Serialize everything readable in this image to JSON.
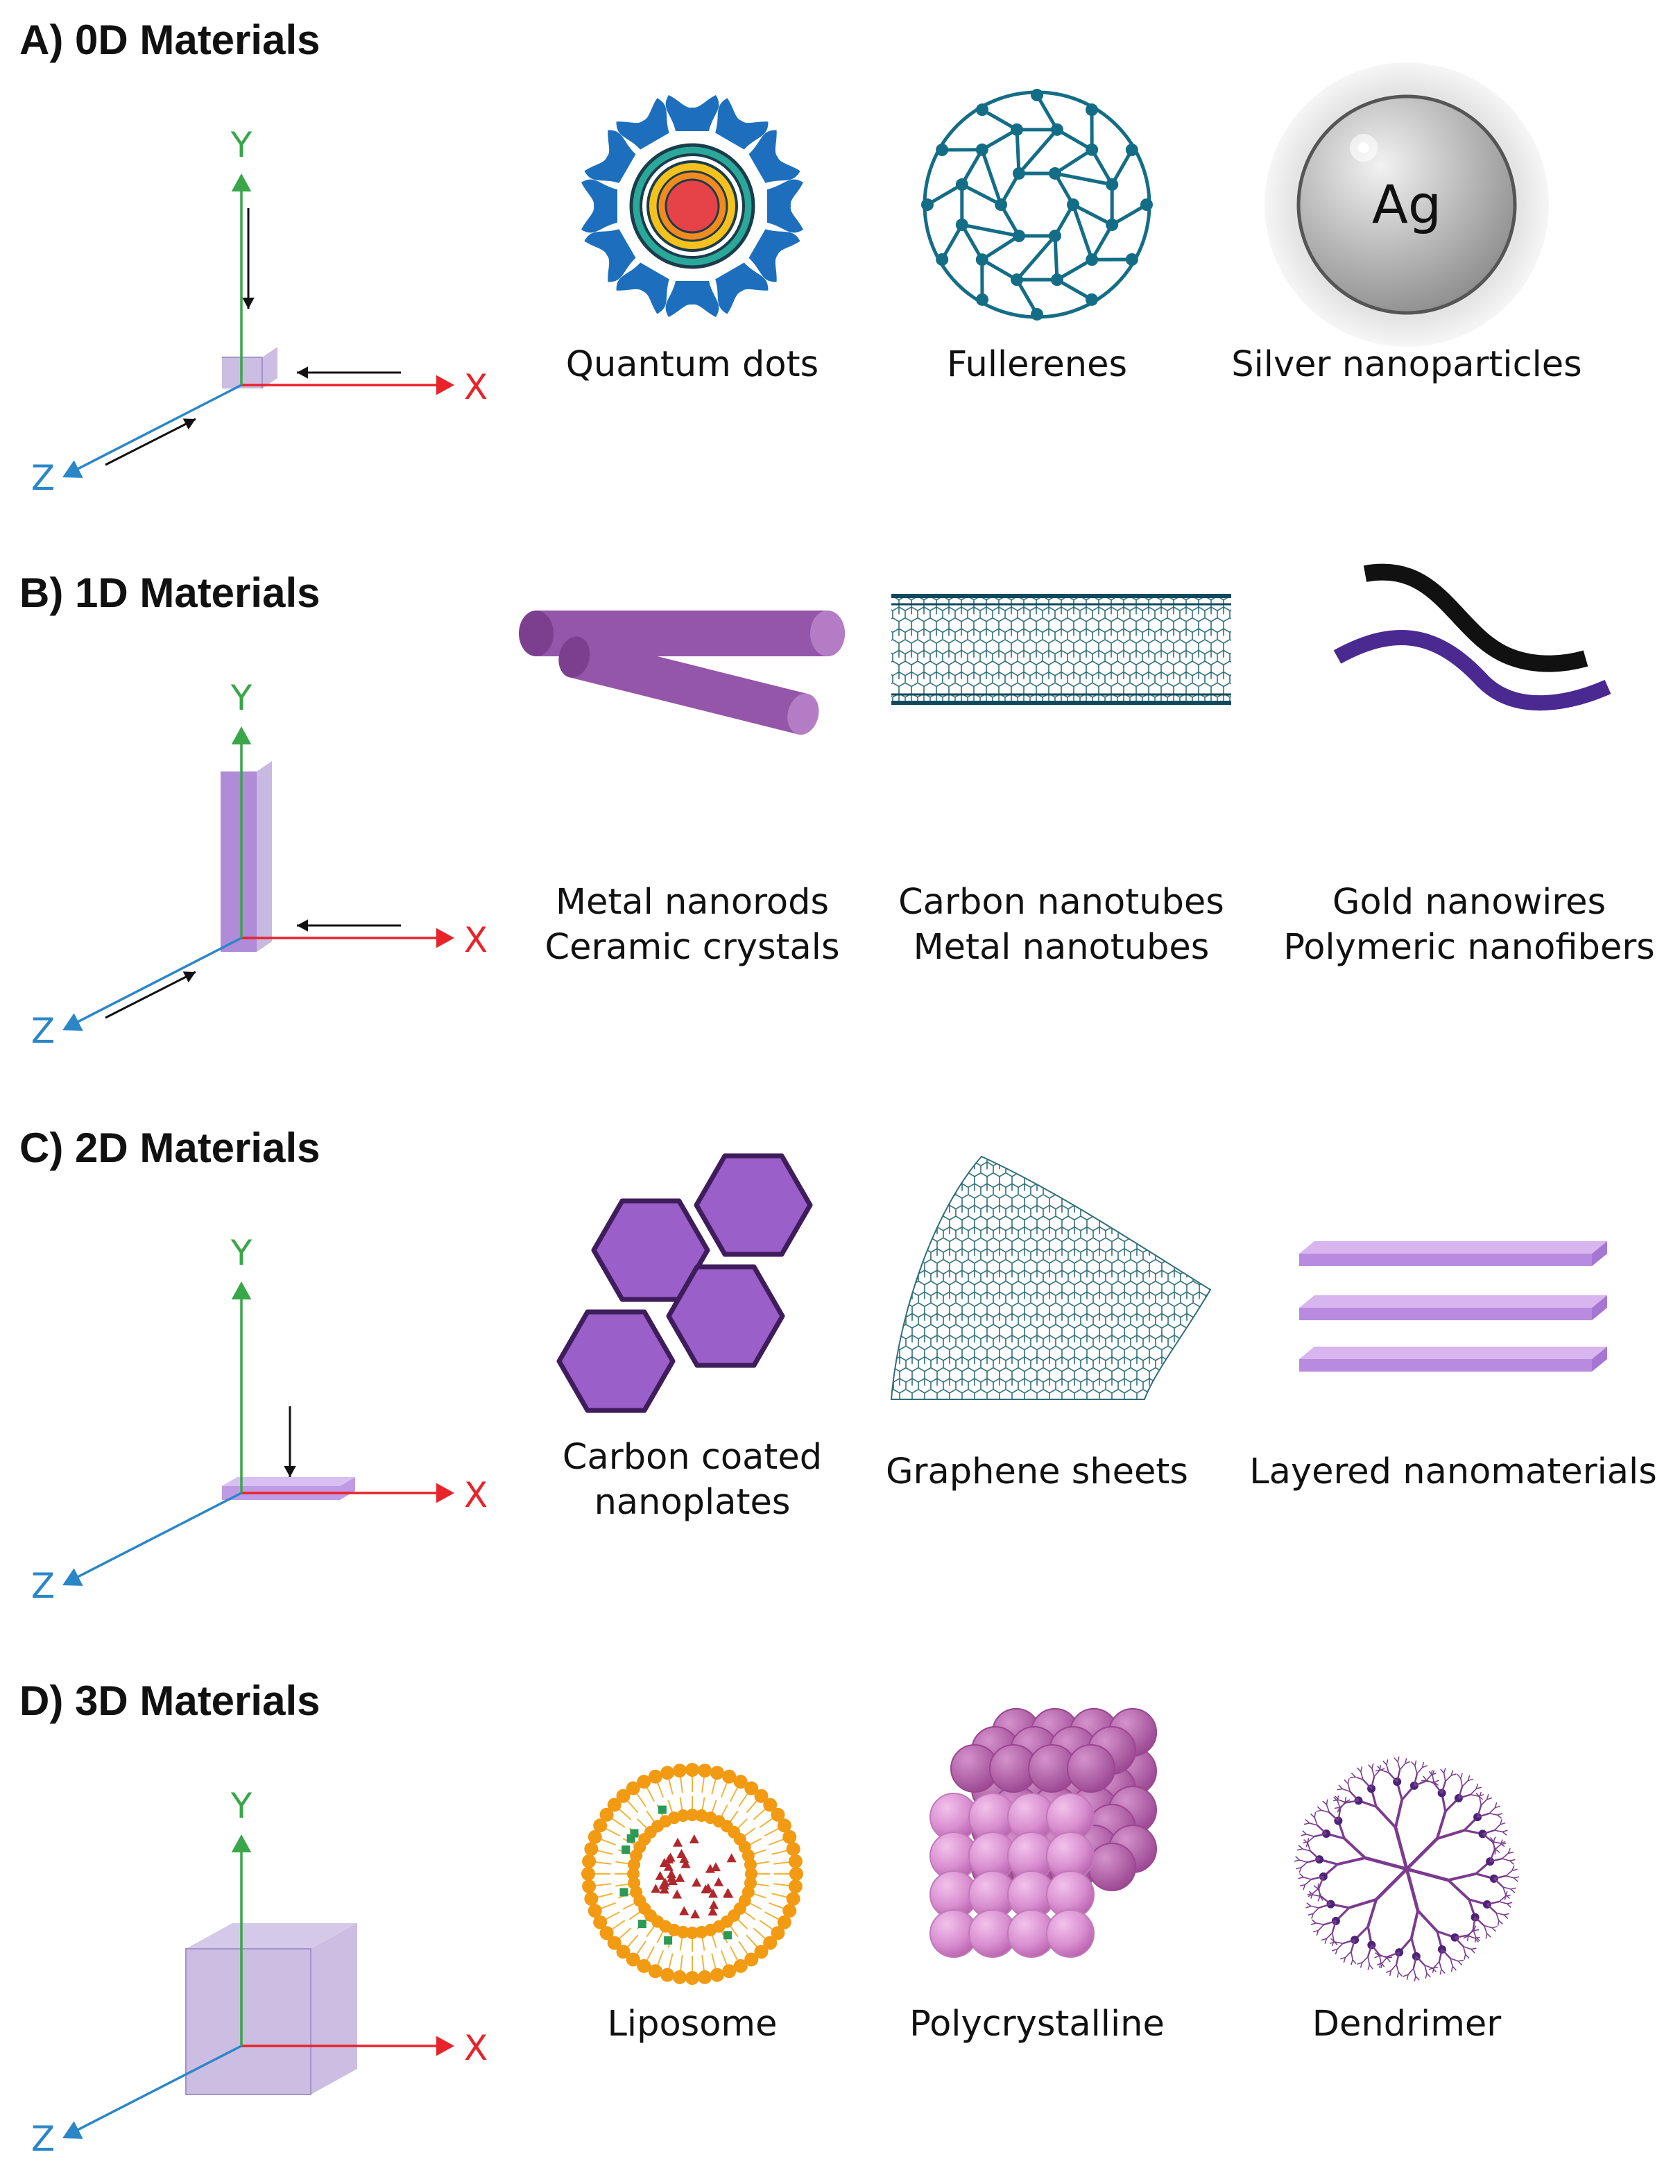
{
  "sections": [
    {
      "title": "A) 0D Materials",
      "axes": {
        "x": "X",
        "y": "Y",
        "z": "Z"
      },
      "items": [
        {
          "icon": "quantum-dot-icon",
          "caption": [
            "Quantum dots"
          ]
        },
        {
          "icon": "fullerene-icon",
          "caption": [
            "Fullerenes"
          ]
        },
        {
          "icon": "silver-nanoparticle-icon",
          "symbol": "Ag",
          "caption": [
            "Silver nanoparticles"
          ]
        }
      ]
    },
    {
      "title": "B) 1D Materials",
      "axes": {
        "x": "X",
        "y": "Y",
        "z": "Z"
      },
      "items": [
        {
          "icon": "nanorod-icon",
          "caption": [
            "Metal nanorods",
            "Ceramic crystals"
          ]
        },
        {
          "icon": "nanotube-icon",
          "caption": [
            "Carbon nanotubes",
            "Metal nanotubes"
          ]
        },
        {
          "icon": "nanowire-icon",
          "caption": [
            "Gold nanowires",
            "Polymeric nanofibers"
          ]
        }
      ]
    },
    {
      "title": "C) 2D Materials",
      "axes": {
        "x": "X",
        "y": "Y",
        "z": "Z"
      },
      "items": [
        {
          "icon": "hexagon-nanoplate-icon",
          "caption": [
            "Carbon coated",
            "nanoplates"
          ]
        },
        {
          "icon": "graphene-sheet-icon",
          "caption": [
            "Graphene sheets"
          ]
        },
        {
          "icon": "layered-sheets-icon",
          "caption": [
            "Layered nanomaterials"
          ]
        }
      ]
    },
    {
      "title": "D) 3D Materials",
      "axes": {
        "x": "X",
        "y": "Y",
        "z": "Z"
      },
      "items": [
        {
          "icon": "liposome-icon",
          "caption": [
            "Liposome"
          ]
        },
        {
          "icon": "polycrystalline-icon",
          "caption": [
            "Polycrystalline"
          ]
        },
        {
          "icon": "dendrimer-icon",
          "caption": [
            "Dendrimer"
          ]
        }
      ]
    }
  ],
  "colors": {
    "x_axis": "#e8232a",
    "y_axis": "#3aa64a",
    "z_axis": "#2b86c8",
    "box_fill": "#b9a8d8",
    "purple": "#9a5fc8",
    "nanotube": "#0e4a5c"
  }
}
